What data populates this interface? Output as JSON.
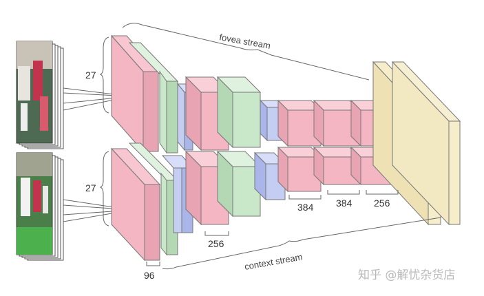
{
  "labels": {
    "fovea": "fovea stream",
    "context": "context stream",
    "top_size": "27",
    "bottom_size": "27",
    "c1_depth": "96",
    "c2_depth": "256",
    "c3_depth": "384",
    "c4_depth": "384",
    "c5_depth": "256"
  },
  "watermark": "知乎 @解忧杂货店",
  "colors": {
    "conv": "#f4b6c2",
    "norm": "#c9e8c9",
    "pool": "#c4cdf2",
    "fc": "#eee2b5"
  }
}
